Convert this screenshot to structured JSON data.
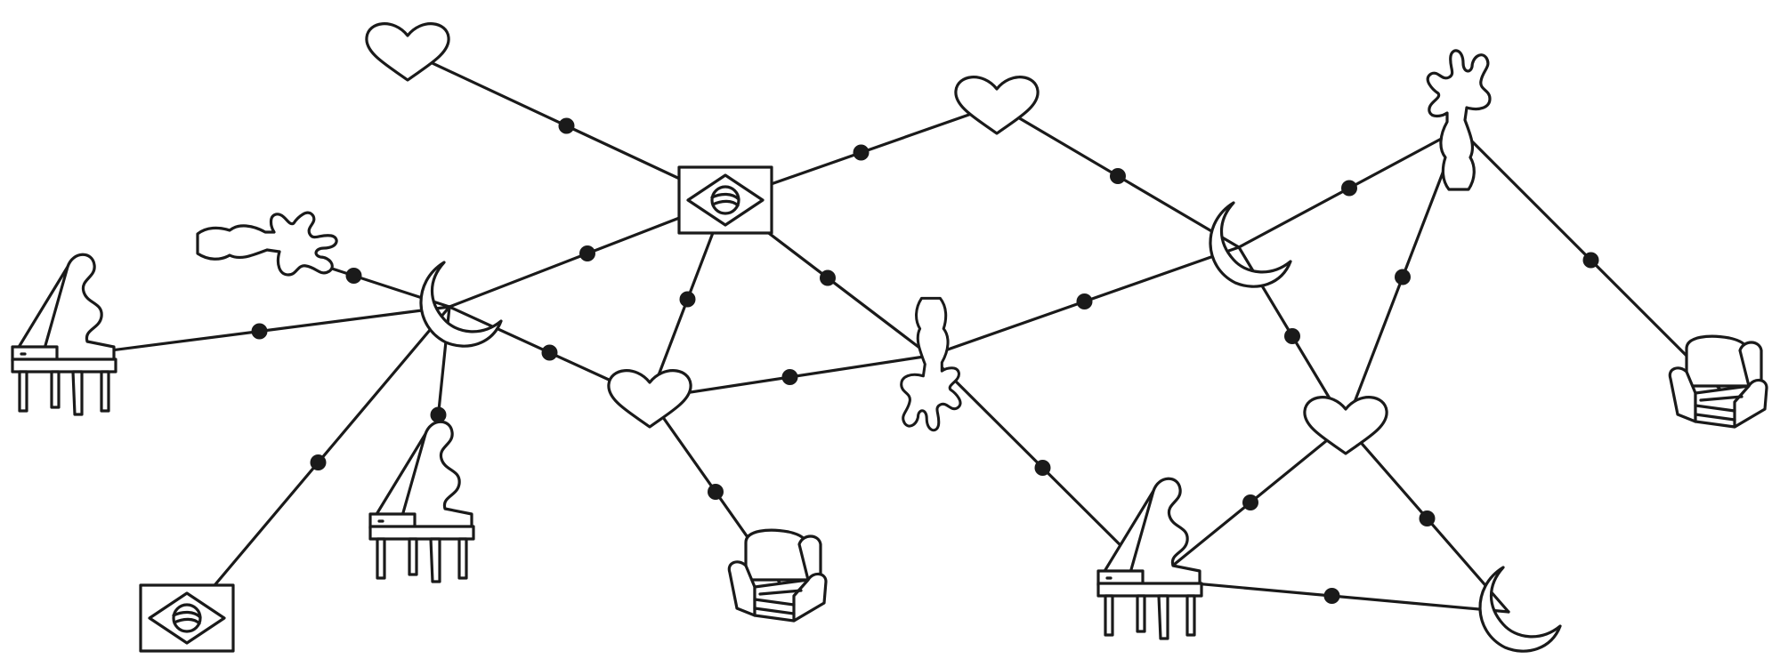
{
  "diagram": {
    "kind": "graph",
    "line_color": "#1a1a1a",
    "background": "#ffffff",
    "nodes": [
      {
        "id": "n1",
        "icon": "heart-icon"
      },
      {
        "id": "n2",
        "icon": "heart-icon"
      },
      {
        "id": "n3",
        "icon": "flag-icon"
      },
      {
        "id": "n4",
        "icon": "hand-icon"
      },
      {
        "id": "n5",
        "icon": "hand-icon"
      },
      {
        "id": "n6",
        "icon": "moon-icon"
      },
      {
        "id": "n7",
        "icon": "moon-icon"
      },
      {
        "id": "n8",
        "icon": "hand-icon"
      },
      {
        "id": "n9",
        "icon": "piano-icon"
      },
      {
        "id": "n10",
        "icon": "heart-icon"
      },
      {
        "id": "n11",
        "icon": "heart-icon"
      },
      {
        "id": "n12",
        "icon": "armchair-icon"
      },
      {
        "id": "n13",
        "icon": "piano-icon"
      },
      {
        "id": "n14",
        "icon": "flag-icon"
      },
      {
        "id": "n15",
        "icon": "armchair-icon"
      },
      {
        "id": "n16",
        "icon": "piano-icon"
      },
      {
        "id": "n17",
        "icon": "moon-icon"
      }
    ],
    "edges": [
      [
        "n1",
        "n3"
      ],
      [
        "n2",
        "n3"
      ],
      [
        "n2",
        "n7"
      ],
      [
        "n3",
        "n6"
      ],
      [
        "n3",
        "n10"
      ],
      [
        "n3",
        "n8"
      ],
      [
        "n4",
        "n6"
      ],
      [
        "n6",
        "n9"
      ],
      [
        "n6",
        "n10"
      ],
      [
        "n6",
        "n13"
      ],
      [
        "n6",
        "n14"
      ],
      [
        "n10",
        "n15"
      ],
      [
        "n10",
        "n8"
      ],
      [
        "n8",
        "n7"
      ],
      [
        "n7",
        "n5"
      ],
      [
        "n7",
        "n11"
      ],
      [
        "n5",
        "n11"
      ],
      [
        "n5",
        "n12"
      ],
      [
        "n8",
        "n16"
      ],
      [
        "n16",
        "n11"
      ],
      [
        "n16",
        "n17"
      ],
      [
        "n11",
        "n17"
      ]
    ]
  }
}
